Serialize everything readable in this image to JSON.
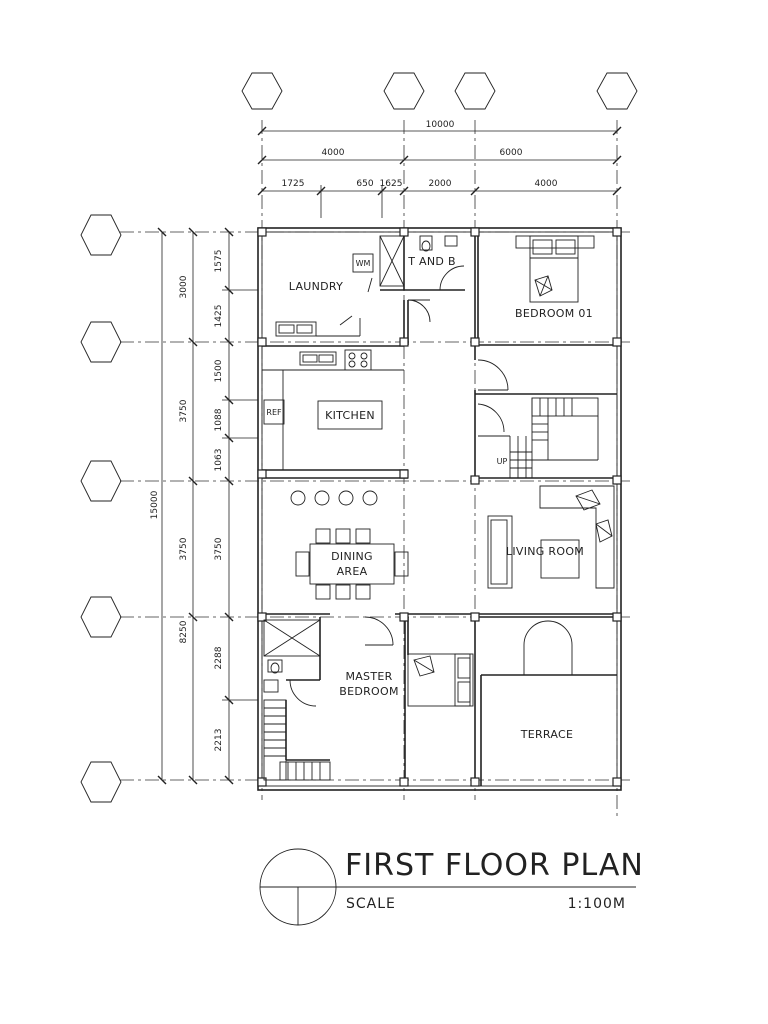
{
  "dimensions": {
    "top_total": "10000",
    "top_left": "4000",
    "top_right": "6000",
    "top_segments": [
      "1725",
      "650",
      "1625",
      "2000",
      "4000"
    ],
    "left_total": "15000",
    "left_groups": [
      "3000",
      "3750",
      "3750",
      "8250"
    ],
    "left_segments": [
      "1575",
      "1425",
      "1500",
      "1063",
      "1088",
      "3750",
      "2288",
      "2213"
    ]
  },
  "rooms": {
    "laundry": "LAUNDRY",
    "t_and_b": "T AND B",
    "wm": "WM",
    "bedroom01": "BEDROOM 01",
    "kitchen": "KITCHEN",
    "ref": "REF",
    "up": "UP",
    "dining_line1": "DINING",
    "dining_line2": "AREA",
    "living": "LIVING ROOM",
    "master_line1": "MASTER",
    "master_line2": "BEDROOM",
    "terrace": "TERRACE"
  },
  "title_block": {
    "title": "FIRST FLOOR PLAN",
    "scale_label": "SCALE",
    "scale_value": "1:100M"
  }
}
